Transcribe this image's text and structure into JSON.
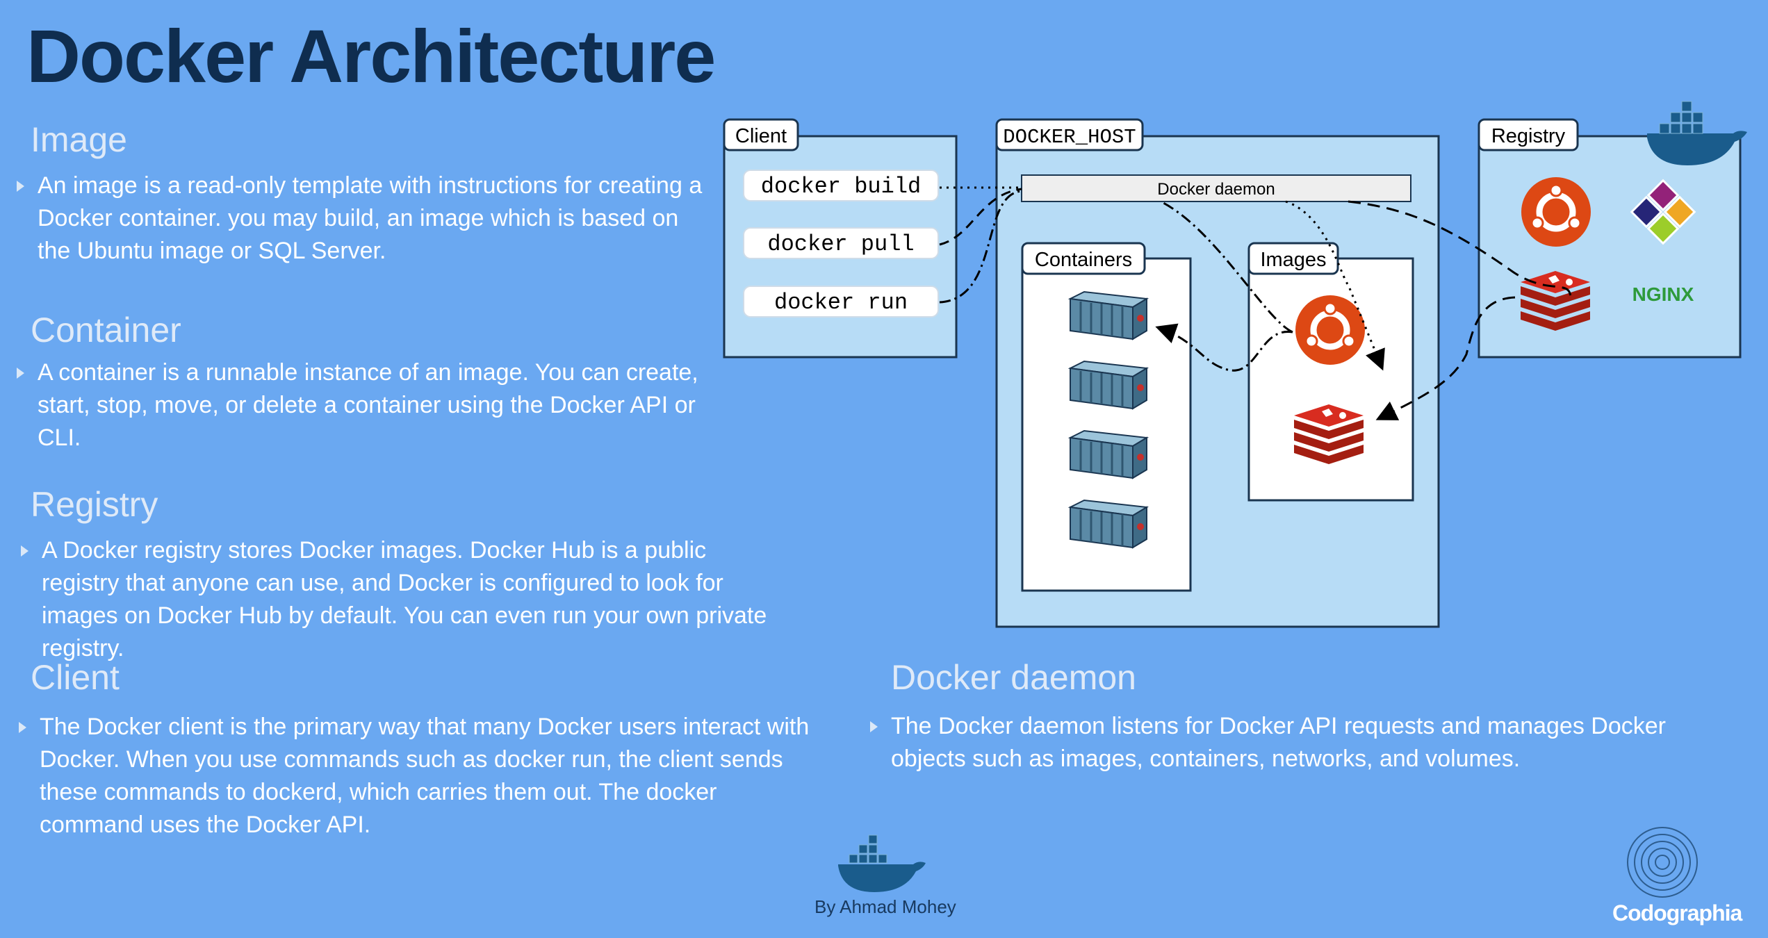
{
  "title": "Docker Architecture",
  "sections": {
    "image": {
      "heading": "Image",
      "text": "An image is a read-only template with instructions for creating a Docker container. you may build, an image which is based on the Ubuntu image or SQL Server."
    },
    "container": {
      "heading": "Container",
      "text": "A container is a runnable instance of an image. You can create, start, stop, move, or delete a container using the Docker API or CLI."
    },
    "registry": {
      "heading": "Registry",
      "text": "A Docker registry stores Docker images. Docker Hub is a public registry that anyone can use, and Docker is configured to look for images on Docker Hub by default. You can even run your own private registry."
    },
    "client": {
      "heading": "Client",
      "text": "The Docker client is the primary way that many Docker users interact with Docker. When you use commands such as docker run, the client sends these commands to dockerd, which carries them out. The docker command uses the Docker API."
    },
    "daemon": {
      "heading": "Docker daemon",
      "text": "The Docker daemon listens for Docker API requests and manages Docker objects such as images, containers, networks, and volumes."
    }
  },
  "diagram": {
    "client_label": "Client",
    "commands": [
      "docker build",
      "docker pull",
      "docker run"
    ],
    "host_label": "DOCKER_HOST",
    "daemon_label": "Docker daemon",
    "containers_label": "Containers",
    "images_label": "Images",
    "registry_label": "Registry",
    "nginx_label": "NGINX",
    "colors": {
      "panel": "#b7dcf6",
      "border": "#1a3550",
      "ubuntu": "#dd4814",
      "redis": "#c6302b",
      "container": "#5b8aa6"
    }
  },
  "footer": {
    "byline": "By Ahmad Mohey",
    "brand": "Codographia"
  },
  "icons": [
    "docker-whale-icon",
    "ubuntu-icon",
    "redis-icon",
    "centos-icon",
    "container-icon",
    "codographia-logo-icon"
  ]
}
